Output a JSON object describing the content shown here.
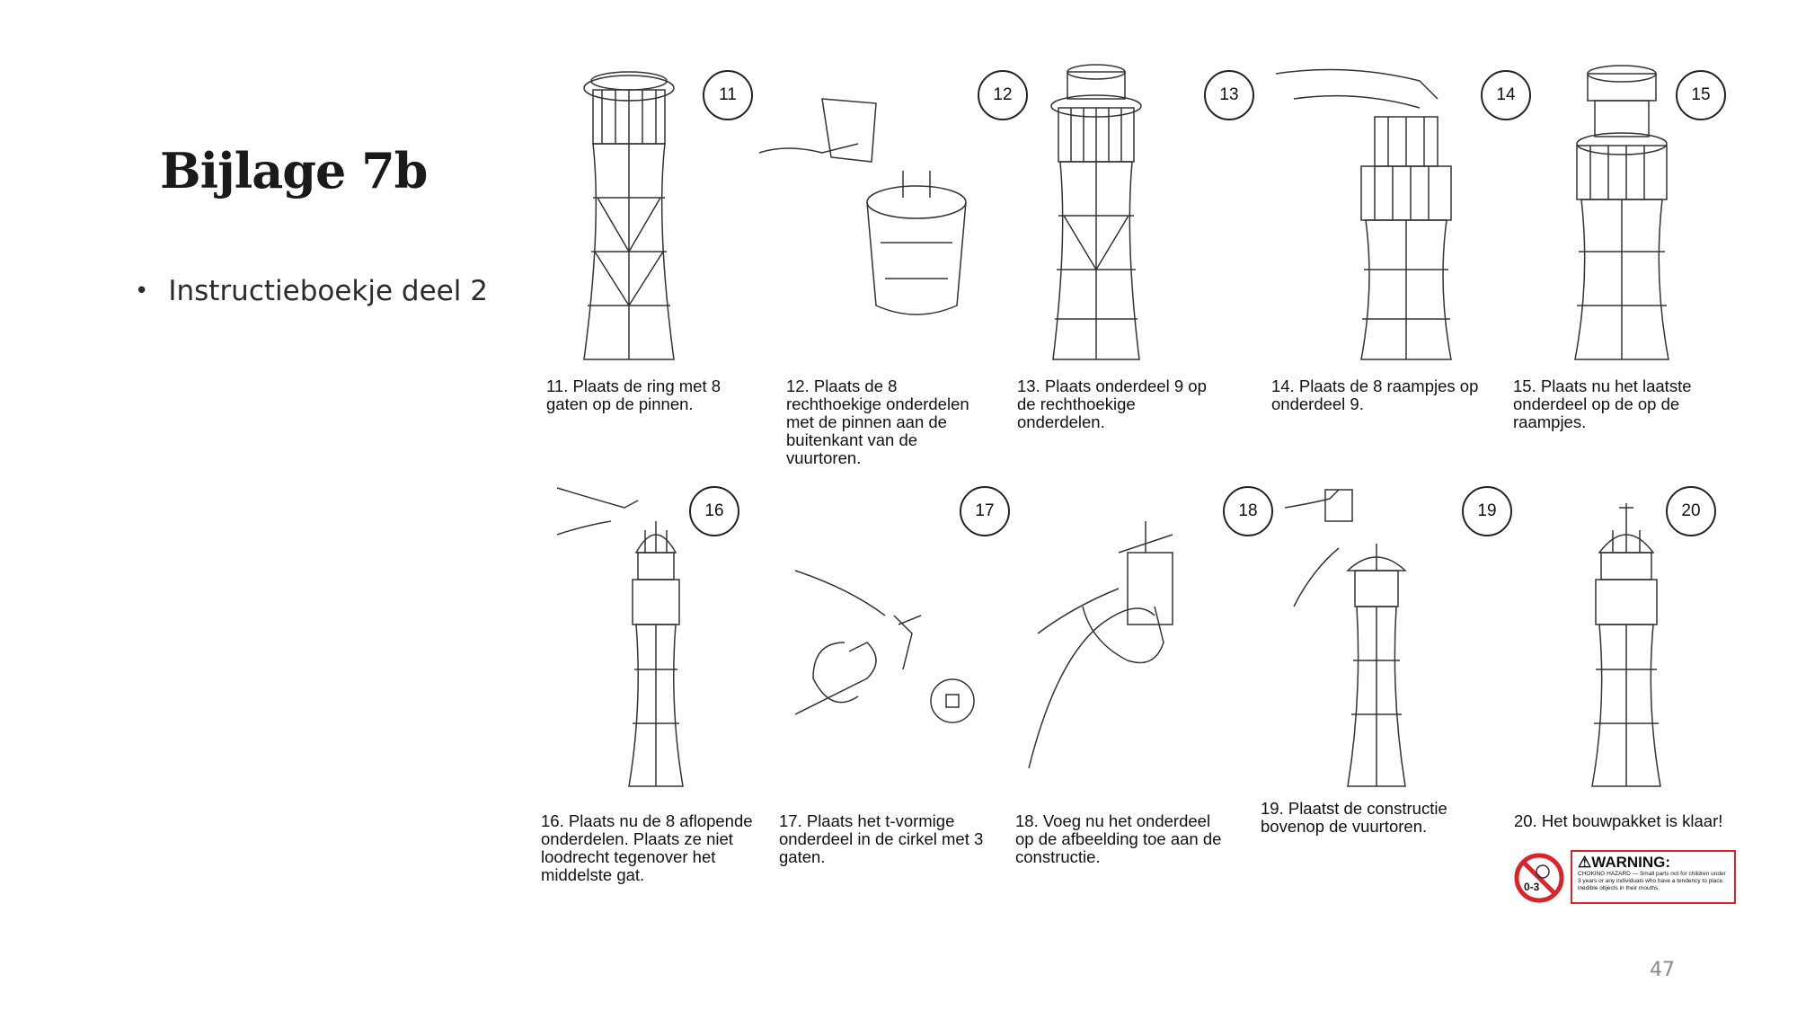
{
  "slide": {
    "title": "Bijlage 7b",
    "bullet": "Instructieboekje deel 2",
    "page_number": "47"
  },
  "steps": [
    {
      "num": "11",
      "caption": "11. Plaats de ring met 8\ngaten op de pinnen."
    },
    {
      "num": "12",
      "caption": "12. Plaats de 8\nrechthoekige onderdelen\nmet de pinnen aan de\nbuitenkant van de\nvuurtoren."
    },
    {
      "num": "13",
      "caption": "13. Plaats onderdeel 9 op\nde rechthoekige\nonderdelen."
    },
    {
      "num": "14",
      "caption": "14. Plaats de 8 raampjes op\nonderdeel 9."
    },
    {
      "num": "15",
      "caption": "15. Plaats nu het laatste\nonderdeel op de op de\nraampjes."
    },
    {
      "num": "16",
      "caption": "16. Plaats nu de 8 aflopende\nonderdelen. Plaats ze niet\nloodrecht tegenover het\nmiddelste gat."
    },
    {
      "num": "17",
      "caption": "17. Plaats het t-vormige\nonderdeel in de cirkel met 3\ngaten."
    },
    {
      "num": "18",
      "caption": "18. Voeg nu het onderdeel\nop de afbeelding toe aan de\nconstructie."
    },
    {
      "num": "19",
      "caption": "19. Plaatst de constructie\nbovenop de vuurtoren."
    },
    {
      "num": "20",
      "caption": "20. Het bouwpakket is klaar!"
    }
  ],
  "warning": {
    "title": "⚠WARNING:",
    "text": "CHOKING HAZARD — Small parts not for children under 3 years or any individuals who have a tendency to place inedible objects in their mouths.",
    "age": "0-3",
    "color": "#d9242a"
  }
}
